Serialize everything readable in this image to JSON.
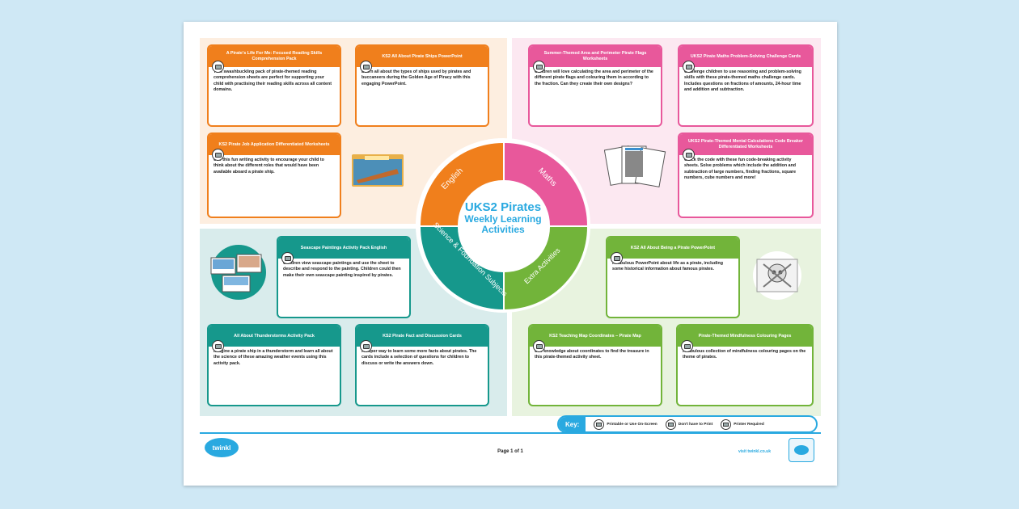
{
  "wheel": {
    "title_line1": "UKS2 Pirates",
    "title_line2": "Weekly Learning Activities",
    "segments": [
      "English",
      "Maths",
      "Science & Foundation Subjects",
      "Extra Activities"
    ]
  },
  "cards": {
    "en1": {
      "title": "A Pirate's Life For Me: Focused Reading Skills Comprehension Pack",
      "body": "This swashbuckling pack of pirate-themed reading comprehension sheets are perfect for supporting your child with practising their reading skills across all content domains."
    },
    "en2": {
      "title": "KS2 All About Pirate Ships PowerPoint",
      "body": "Learn all about the types of ships used by pirates and buccaneers during the Golden Age of Piracy with this engaging PowerPoint."
    },
    "en3": {
      "title": "KS2 Pirate Job Application Differentiated Worksheets",
      "body": "Use this fun writing activity to encourage your child to think about the different roles that would have been available aboard a pirate ship."
    },
    "ma1": {
      "title": "Summer-Themed Area and Perimeter Pirate Flags Worksheets",
      "body": "Children will love calculating the area and perimeter of the different pirate flags and colouring them in according to the fraction. Can they create their own designs?"
    },
    "ma2": {
      "title": "UKS2 Pirate Maths Problem-Solving Challenge Cards",
      "body": "Challenge children to use reasoning and problem-solving skills with these pirate-themed maths challenge cards. Includes questions on fractions of amounts, 24-hour time and addition and subtraction."
    },
    "ma3": {
      "title": "UKS2 Pirate-Themed Mental Calculations Code Breaker Differentiated Worksheets",
      "body": "Crack the code with these fun code-breaking activity sheets. Solve problems which include the addition and subtraction of large numbers, finding fractions, square numbers, cube numbers and more!"
    },
    "sc1": {
      "title": "Seascape Paintings Activity Pack English",
      "body": "Children view seascape paintings and use the sheet to describe and respond to the painting. Children could then make their own seascape painting inspired by pirates."
    },
    "sc2": {
      "title": "All About Thunderstorms Activity Pack",
      "body": "Imagine a pirate ship in a thunderstorm and learn all about the science of these amazing weather events using this activity pack."
    },
    "sc3": {
      "title": "KS2 Pirate Fact and Discussion Cards",
      "body": "A super way to learn some more facts about pirates. The cards include a selection of questions for children to discuss or write the answers down."
    },
    "ex1": {
      "title": "KS2 All About Being a Pirate PowerPoint",
      "body": "A fabulous PowerPoint about life as a pirate, including some historical information about famous pirates."
    },
    "ex2": {
      "title": "KS2 Teaching Map Coordinates – Pirate Map",
      "body": "Use knowledge about coordinates to find the treasure in this pirate-themed activity sheet."
    },
    "ex3": {
      "title": "Pirate-Themed Mindfulness Colouring Pages",
      "body": "A fabulous collection of mindfulness colouring pages on the theme of pirates."
    }
  },
  "key": {
    "label": "Key:",
    "items": [
      "Printable or Use On-Screen",
      "Don't have to Print",
      "Printer Required"
    ]
  },
  "footer": {
    "logo": "twinkl",
    "page": "Page 1 of 1",
    "url": "visit twinkl.co.uk"
  },
  "colors": {
    "english": "#f07f1c",
    "maths": "#e8589b",
    "science": "#16988c",
    "extra": "#72b43a",
    "brand": "#29a9e0"
  }
}
